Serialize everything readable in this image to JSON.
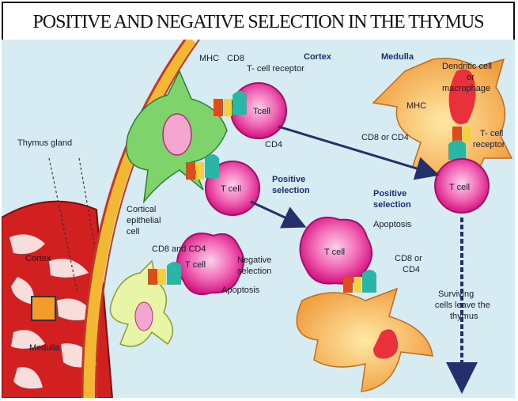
{
  "title": "POSITIVE AND NEGATIVE SELECTION IN THE THYMUS",
  "labels": {
    "mhc_1": "MHC",
    "cd8_1": "CD8",
    "tcr_1": "T- cell receptor",
    "cortex_header": "Cortex",
    "medulla_header": "Medulla",
    "dendritic_1": "Dendritic cell",
    "dendritic_2": "or",
    "dendritic_3": "macrophage",
    "tcell_top": "Tcell",
    "cd4_top": "CD4",
    "mhc_2": "MHC",
    "cd8_or_cd4_right": "CD8 or CD4",
    "tcr_right_1": "T- cell",
    "tcr_right_2": "receptor",
    "thymus_gland": "Thymus gland",
    "tcell_mid": "T cell",
    "positive_sel_1a": "Positive",
    "positive_sel_1b": "selection",
    "positive_sel_2a": "Positive",
    "positive_sel_2b": "selection",
    "tcell_right": "T cell",
    "cortical_1": "Cortical",
    "cortical_2": "epithelial",
    "cortical_3": "cell",
    "apoptosis_1": "Apoptosis",
    "cortex_inset": "Cortex",
    "cd8_and_cd4": "CD8 and CD4",
    "tcell_neg": "T cell",
    "negative_1": "Negative",
    "negative_2": "selection",
    "apoptosis_2": "Apoptosis",
    "tcell_apop": "T cell",
    "cd8_or_cd4_a": "CD8 or",
    "cd8_or_cd4_b": "CD4",
    "surviving_1": "Surviving",
    "surviving_2": "cells leave the",
    "surviving_3": "thymus",
    "medulla_inset": "Medulla"
  },
  "colors": {
    "background": "#d7ecf2",
    "capsule": "#f2b833",
    "capsule_edge": "#c0392b",
    "epithelial": "#7fd36b",
    "tcell": "#e8199a",
    "nucleus": "#f5a6d0",
    "dendritic": "#f3a64a",
    "thymus_red": "#d21f1f",
    "arrow": "#23306b"
  }
}
